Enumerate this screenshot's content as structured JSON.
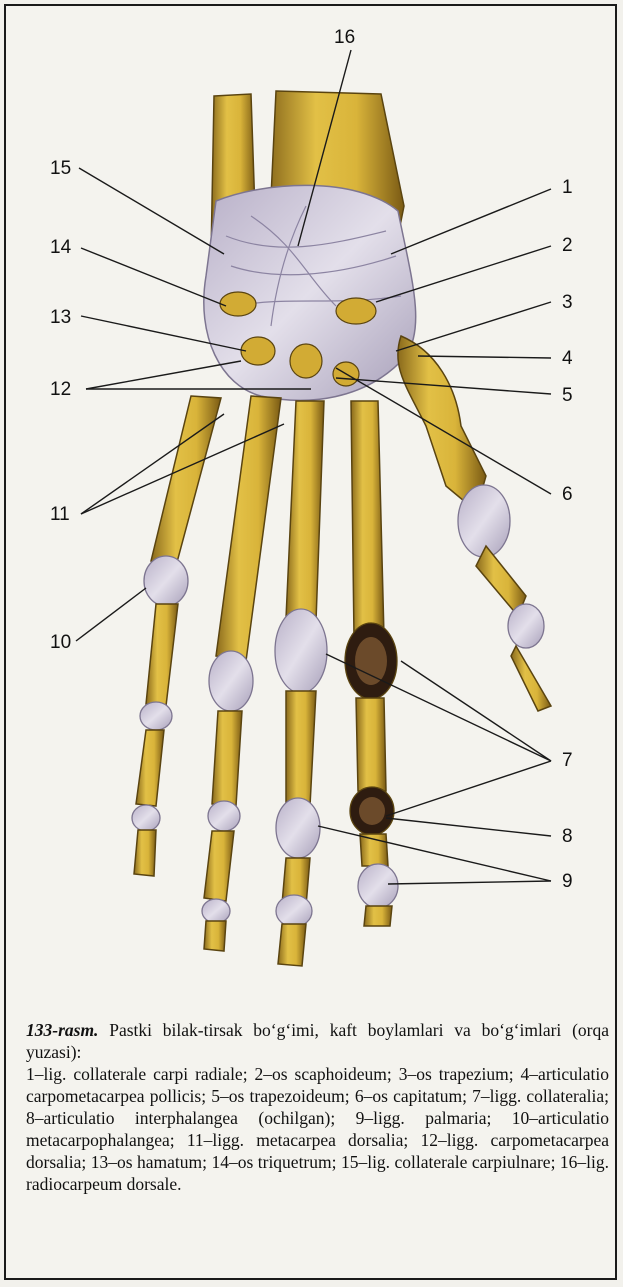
{
  "figure": {
    "labels": [
      {
        "id": "l16",
        "text": "16"
      },
      {
        "id": "l1",
        "text": "1"
      },
      {
        "id": "l2",
        "text": "2"
      },
      {
        "id": "l3",
        "text": "3"
      },
      {
        "id": "l4",
        "text": "4"
      },
      {
        "id": "l5",
        "text": "5"
      },
      {
        "id": "l6",
        "text": "6"
      },
      {
        "id": "l7",
        "text": "7"
      },
      {
        "id": "l8",
        "text": "8"
      },
      {
        "id": "l9",
        "text": "9"
      },
      {
        "id": "l10",
        "text": "10"
      },
      {
        "id": "l11",
        "text": "11"
      },
      {
        "id": "l12",
        "text": "12"
      },
      {
        "id": "l13",
        "text": "13"
      },
      {
        "id": "l14",
        "text": "14"
      },
      {
        "id": "l15",
        "text": "15"
      }
    ],
    "colors": {
      "bone": "#d9b43a",
      "bone_dark": "#8a6a1c",
      "ligament": "#c9c2d6",
      "cartilage": "#e6e2ea",
      "leader": "#1a1a1a"
    }
  },
  "caption": {
    "number": "133-rasm.",
    "title": "Pastki bilak-tirsak bo‘g‘imi, kaft boylamlari va bo‘g‘imlari (orqa yuzasi):",
    "body": "1–lig. collaterale carpi radiale; 2–os scaphoideum; 3–os trapezium; 4–articulatio carpometacarpea pollicis; 5–os trapezoideum; 6–os capitatum; 7–ligg. collateralia; 8–articulatio interphalangea (ochilgan); 9–ligg. palmaria; 10–articulatio metacarpophalangea; 11–ligg. metacarpea dorsalia; 12–ligg. carpometacarpea dorsalia; 13–os hamatum; 14–os triquetrum; 15–lig. collaterale carpiulnare; 16–lig. radiocarpeum dorsale."
  }
}
